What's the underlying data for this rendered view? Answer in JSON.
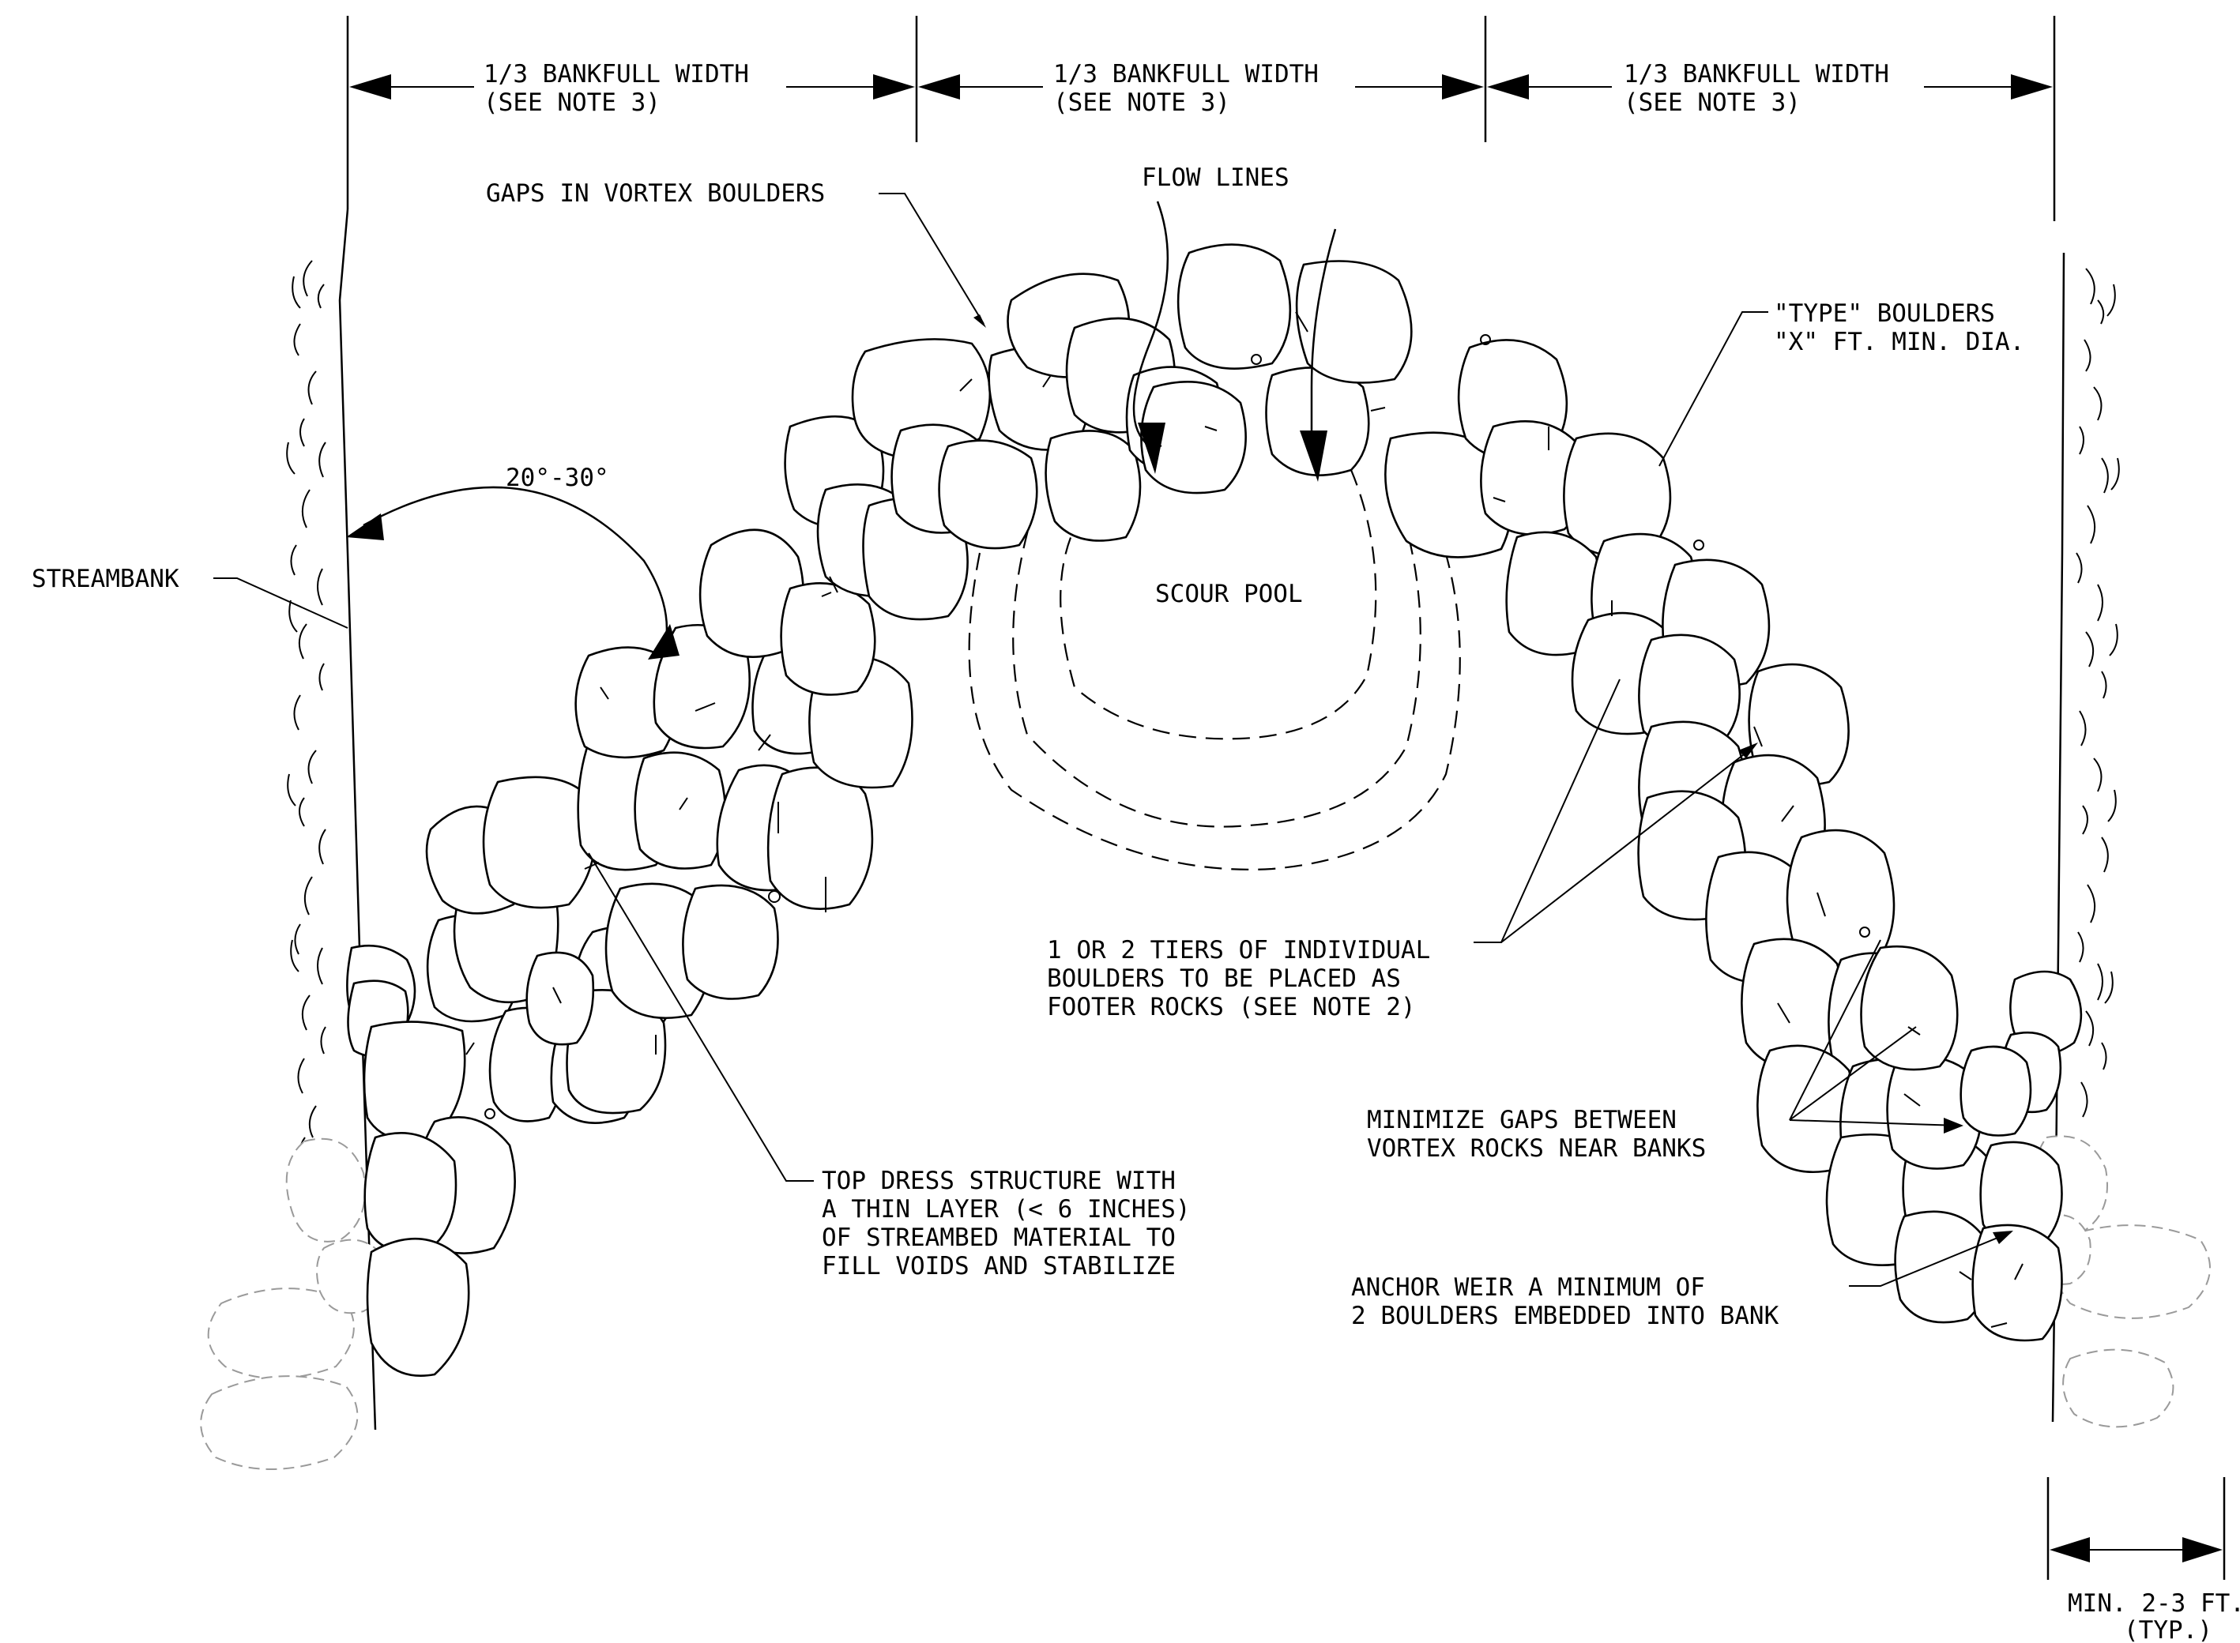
{
  "labels": {
    "dim_left_1": "1/3 BANKFULL WIDTH",
    "dim_left_2": "(SEE NOTE 3)",
    "dim_mid_1": "1/3 BANKFULL WIDTH",
    "dim_mid_2": "(SEE NOTE 3)",
    "dim_right_1": "1/3 BANKFULL WIDTH",
    "dim_right_2": "(SEE NOTE 3)",
    "gaps": "GAPS IN VORTEX BOULDERS",
    "flow_lines": "FLOW LINES",
    "type_boulders_1": "\"TYPE\" BOULDERS",
    "type_boulders_2": "\"X\" FT. MIN. DIA.",
    "angle": "20°-30°",
    "streambank": "STREAMBANK",
    "scour_pool": "SCOUR POOL",
    "tiers_1": "1 OR 2 TIERS OF INDIVIDUAL",
    "tiers_2": "BOULDERS TO BE PLACED AS",
    "tiers_3": "FOOTER ROCKS (SEE NOTE 2)",
    "minimize_1": "MINIMIZE GAPS BETWEEN",
    "minimize_2": "VORTEX ROCKS NEAR BANKS",
    "top_dress_1": "TOP DRESS STRUCTURE WITH",
    "top_dress_2": "A THIN LAYER (< 6 INCHES)",
    "top_dress_3": "OF STREAMBED MATERIAL TO",
    "top_dress_4": "FILL VOIDS AND STABILIZE",
    "anchor_1": "ANCHOR WEIR A MINIMUM OF",
    "anchor_2": "2 BOULDERS EMBEDDED INTO BANK",
    "min_ft_1": "MIN. 2-3 FT.",
    "min_ft_2": "(TYP.)"
  }
}
